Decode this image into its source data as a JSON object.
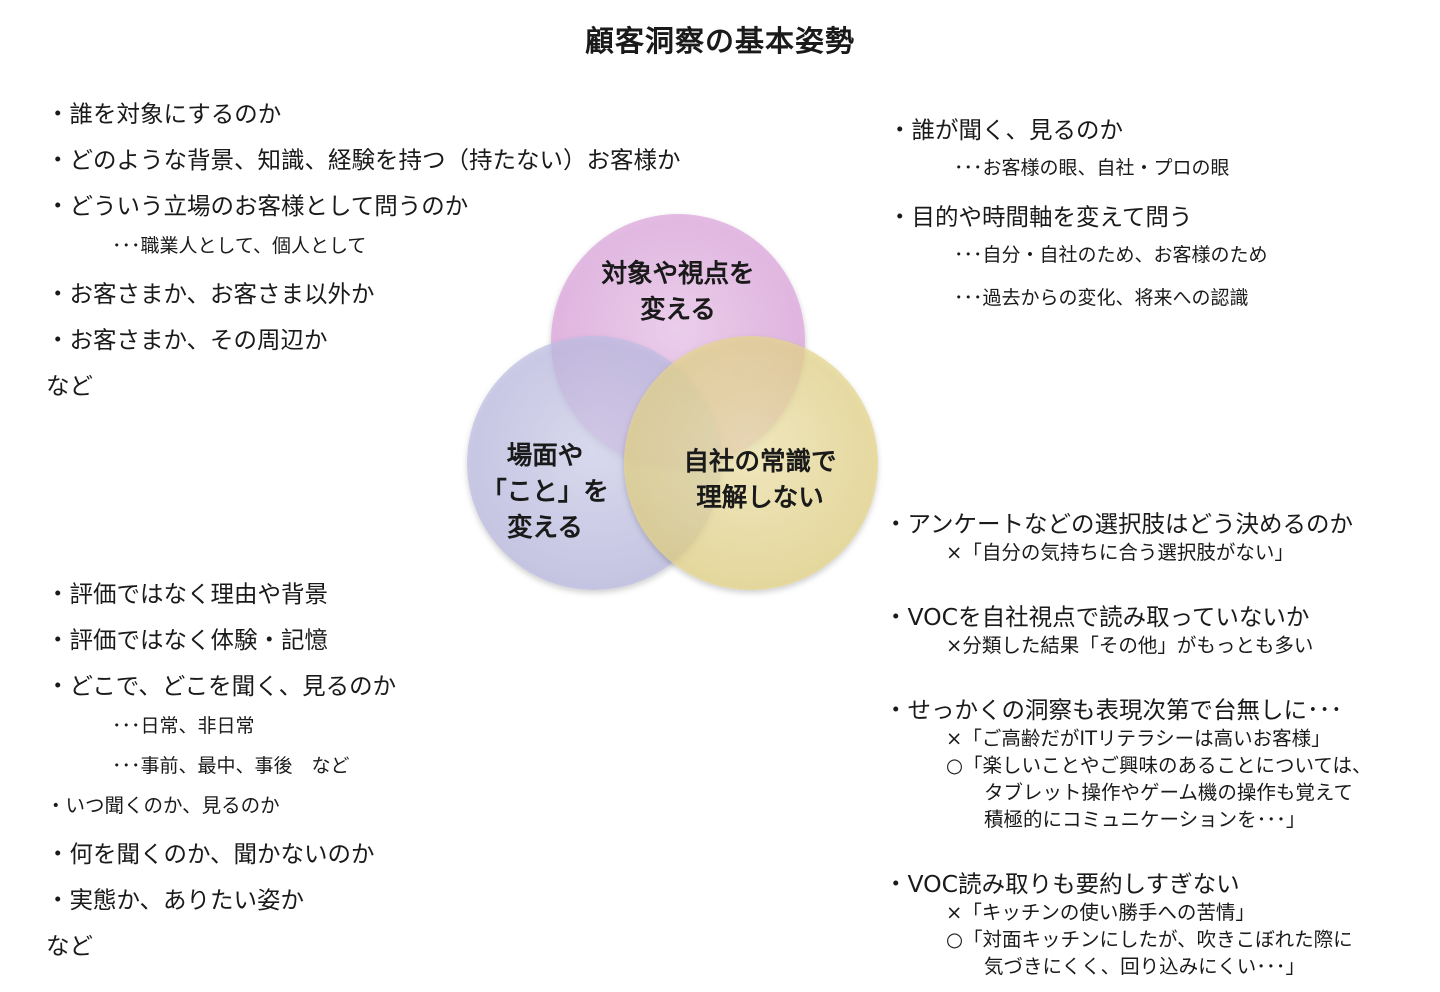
{
  "title": "顧客洞察の基本姿勢",
  "venn": {
    "top": [
      "対象や視点を",
      "変える"
    ],
    "left": [
      "場面や",
      "「こと」を",
      "変える"
    ],
    "right": [
      "自社の常識で",
      "理解しない"
    ],
    "colors": {
      "top": "#e2b8e2",
      "left": "#c3c3e6",
      "right": "#ebdc96"
    }
  },
  "top_left": [
    "・誰を対象にするのか",
    "・どのような背景、知識、経験を持つ（持たない）お客様か",
    "・どういう立場のお客様として問うのか",
    "･･･職業人として、個人として",
    "・お客さまか、お客さま以外か",
    "・お客さまか、その周辺か",
    "など"
  ],
  "top_right": [
    "・誰が聞く、見るのか",
    "･･･お客様の眼、自社・プロの眼",
    "・目的や時間軸を変えて問う",
    "･･･自分・自社のため、お客様のため",
    "･･･過去からの変化、将来への認識"
  ],
  "bottom_left": [
    "・評価ではなく理由や背景",
    "・評価ではなく体験・記憶",
    "・どこで、どこを聞く、見るのか",
    "･･･日常、非日常",
    "･･･事前、最中、事後　など",
    "・いつ聞くのか、見るのか",
    "・何を聞くのか、聞かないのか",
    "・実態か、ありたい姿か",
    "など"
  ],
  "bottom_right": [
    "・アンケートなどの選択肢はどう決めるのか",
    "×「自分の気持ちに合う選択肢がない」",
    "・VOCを自社視点で読み取っていないか",
    "×分類した結果「その他」がもっとも多い",
    "・せっかくの洞察も表現次第で台無しに･･･",
    "×「ご高齢だがITリテラシーは高いお客様」",
    "○「楽しいことやご興味のあることについては、",
    "タブレット操作やゲーム機の操作も覚えて",
    "積極的にコミュニケーションを･･･」",
    "・VOC読み取りも要約しすぎない",
    "×「キッチンの使い勝手への苦情」",
    "○「対面キッチンにしたが、吹きこぼれた際に",
    "気づきにくく、回り込みにくい･･･」"
  ]
}
